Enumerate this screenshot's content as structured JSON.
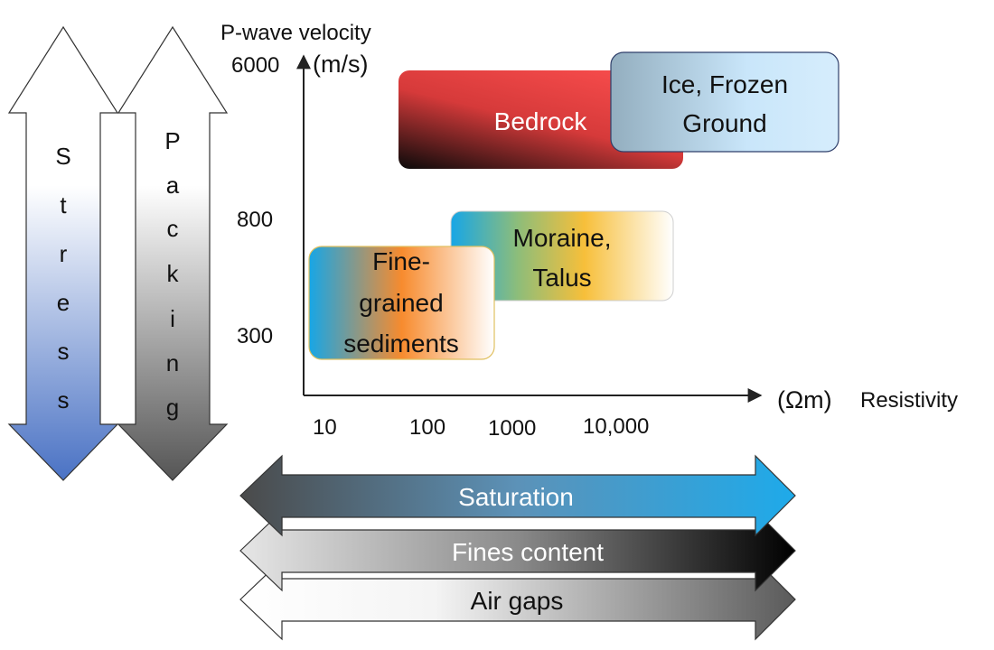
{
  "axes": {
    "y_label": "P-wave velocity",
    "y_unit": "(m/s)",
    "y_ticks": [
      "6000",
      "800",
      "300"
    ],
    "x_unit": "(Ωm)",
    "x_label": "Resistivity",
    "x_ticks": [
      "10",
      "100",
      "1000",
      "10,000"
    ]
  },
  "regions": {
    "bedrock": "Bedrock",
    "ice_line1": "Ice, Frozen",
    "ice_line2": "Ground",
    "moraine_line1": "Moraine,",
    "moraine_line2": "Talus",
    "fine_line1": "Fine-",
    "fine_line2": "grained",
    "fine_line3": "sediments"
  },
  "vertical_arrows": {
    "stress": [
      "S",
      "t",
      "r",
      "e",
      "s",
      "s"
    ],
    "packing": [
      "P",
      "a",
      "c",
      "k",
      "i",
      "n",
      "g"
    ]
  },
  "horizontal_arrows": {
    "saturation": "Saturation",
    "fines": "Fines content",
    "air": "Air gaps"
  },
  "colors": {
    "bedrock_red": "#f44a4a",
    "ice_blue": "#cfe9fb",
    "saturation_blue": "#26a8e4",
    "stress_blue": "#4a72c4",
    "packing_gray": "#555555"
  }
}
